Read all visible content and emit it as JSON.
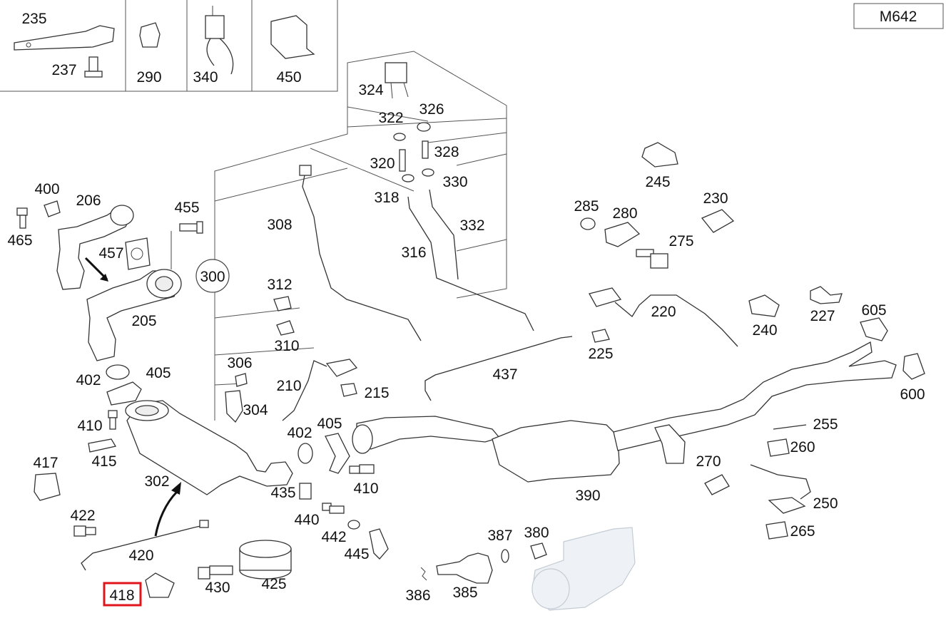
{
  "model_code": "M642",
  "highlight_color": "#e0141b",
  "highlighted_part": "418",
  "callouts": {
    "c235": "235",
    "c237": "237",
    "c290": "290",
    "c340": "340",
    "c450": "450",
    "c324": "324",
    "c322": "322",
    "c326": "326",
    "c320": "320",
    "c328": "328",
    "c318": "318",
    "c330": "330",
    "c308": "308",
    "c316": "316",
    "c332": "332",
    "c400": "400",
    "c206": "206",
    "c465": "465",
    "c455": "455",
    "c457": "457",
    "c300": "300",
    "c205": "205",
    "c312": "312",
    "c310": "310",
    "c306": "306",
    "c304": "304",
    "c402a": "402",
    "c405a": "405",
    "c410a": "410",
    "c415": "415",
    "c417": "417",
    "c302": "302",
    "c422": "422",
    "c420": "420",
    "c418": "418",
    "c430": "430",
    "c425": "425",
    "c210": "210",
    "c215": "215",
    "c405b": "405",
    "c402b": "402",
    "c435": "435",
    "c410b": "410",
    "c440": "440",
    "c442": "442",
    "c445": "445",
    "c386": "386",
    "c385": "385",
    "c387": "387",
    "c380": "380",
    "c437": "437",
    "c225": "225",
    "c220": "220",
    "c390": "390",
    "c245": "245",
    "c285": "285",
    "c280": "280",
    "c230": "230",
    "c275": "275",
    "c240": "240",
    "c227": "227",
    "c605": "605",
    "c600": "600",
    "c255": "255",
    "c260": "260",
    "c270": "270",
    "c250": "250",
    "c265": "265"
  }
}
